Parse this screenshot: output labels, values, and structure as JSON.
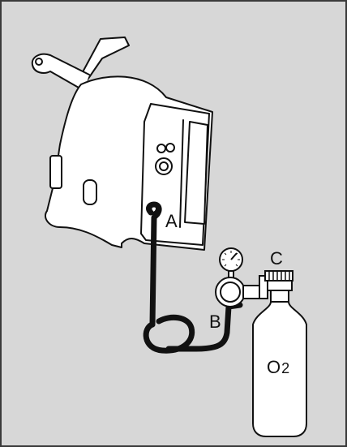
{
  "colors": {
    "background": "#d7d7d7",
    "frame": "#3a3a3a",
    "device_fill": "#ffffff",
    "line": "#111111",
    "hose": "#111111"
  },
  "labels": {
    "connector": "A",
    "regulator": "B",
    "valve": "C",
    "cylinder_main": "O",
    "cylinder_sub": "2"
  }
}
